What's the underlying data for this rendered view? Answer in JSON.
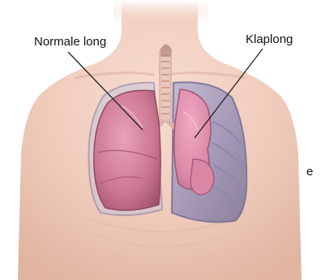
{
  "labels": {
    "normal_lung": "Normale long",
    "collapsed_lung": "Klaplong",
    "edge_fragment": "e"
  },
  "colors": {
    "skin": "#f2d3c5",
    "skin_shadow": "#e4b9a6",
    "lung_pink": "#d98aa4",
    "lung_dark": "#b86683",
    "collapsed_lung": "#dc8fae",
    "pleural_space": "#8d87ad",
    "trachea": "#e5c7bf",
    "leader_line": "#222222"
  },
  "icons": {
    "figure": "anatomy-chest-lungs-illustration"
  }
}
